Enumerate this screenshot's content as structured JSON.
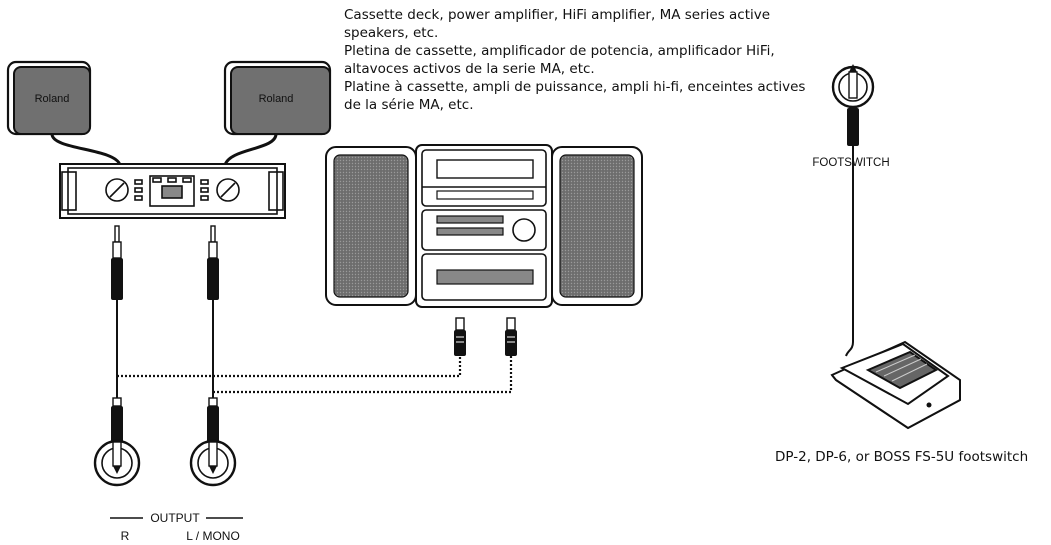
{
  "connection_caption": {
    "line_en": "Cassette deck, power amplifier, HiFi amplifier, MA series active speakers, etc.",
    "line_es": "Pletina de cassette, amplificador de potencia, amplificador HiFi, altavoces activos de la serie MA, etc.",
    "line_fr": "Platine à cassette, ampli de puissance, ampli hi-fi, enceintes actives de la série MA, etc."
  },
  "speakers": {
    "left_brand": "Roland",
    "right_brand": "Roland"
  },
  "footswitch": {
    "jack_label": "FOOTSWITCH",
    "caption": "DP-2, DP-6, or BOSS FS-5U footswitch"
  },
  "output": {
    "group_label": "OUTPUT",
    "right_label": "R",
    "left_label": "L / MONO"
  }
}
